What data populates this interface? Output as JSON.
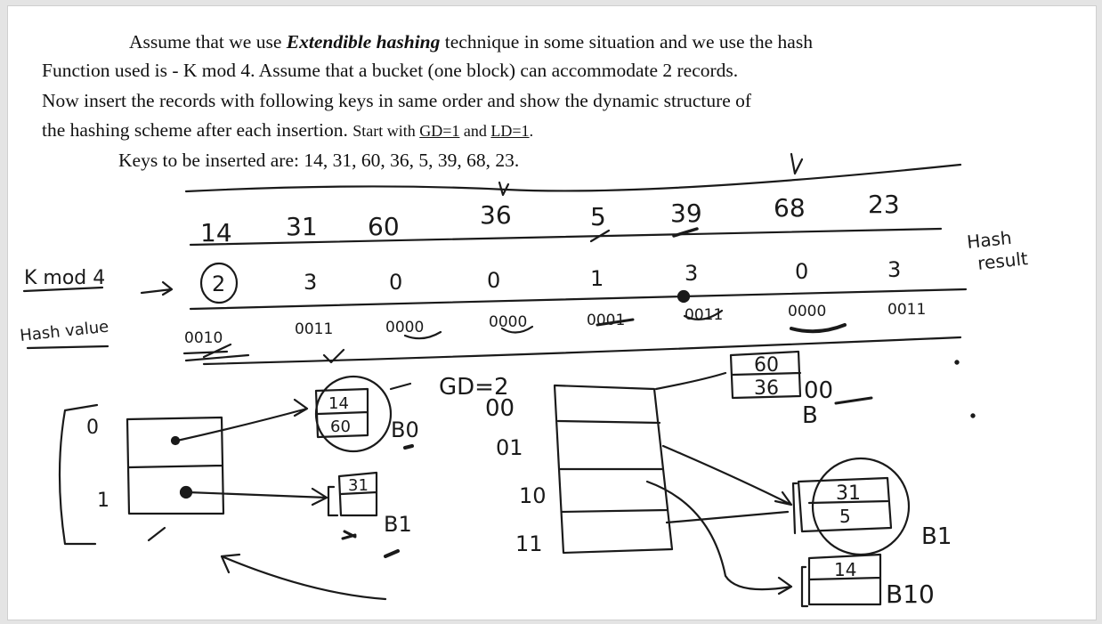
{
  "problem": {
    "line1_pre": "Assume that we use ",
    "line1_em": "Extendible hashing",
    "line1_post": " technique in some situation and we use the hash",
    "line2": "Function used is -  K mod 4. Assume that a bucket (one block) can accommodate 2   records.",
    "line3": "Now insert the records with following    keys in same order and show the dynamic structure of",
    "line4_pre": "the   hashing scheme after each insertion. ",
    "line4_start": "Start with ",
    "line4_gd": "GD=1",
    "line4_and": " and ",
    "line4_ld": "LD=1",
    "line4_end": ".",
    "line5": "Keys to be inserted are:  14, 31, 60, 36, 5, 39, 68, 23."
  },
  "table": {
    "keys": [
      "14",
      "31",
      "60",
      "36",
      "5",
      "39",
      "68",
      "23"
    ],
    "mods": [
      "2",
      "3",
      "0",
      "0",
      "1",
      "3",
      "0",
      "3"
    ],
    "binaries": [
      "0010",
      "0011",
      "0000",
      "0000",
      "0001",
      "0011",
      "0000",
      "0011"
    ],
    "row_label_mod": "K mod 4",
    "row_label_hash": "Hash value",
    "right_label_1": "Hash",
    "right_label_2": "result"
  },
  "left_structure": {
    "dir_labels": [
      "0",
      "1"
    ],
    "bucket_b0": [
      "14",
      "60"
    ],
    "bucket_b0_name": "B0",
    "bucket_b1": [
      "31"
    ],
    "bucket_b1_name": "B1"
  },
  "right_structure": {
    "gd_label": "GD=2",
    "dir_labels": [
      "00",
      "01",
      "10",
      "11"
    ],
    "bucket_b00": [
      "60",
      "36"
    ],
    "bucket_b00_name_b": "B",
    "bucket_b00_name_suffix": "00",
    "bucket_b1": [
      "31",
      "5"
    ],
    "bucket_b1_name": "B1",
    "bucket_b10": [
      "14"
    ],
    "bucket_b10_name": "B10"
  },
  "colors": {
    "ink": "#1a1a1a",
    "page": "#ffffff",
    "frame": "#e4e4e4"
  }
}
